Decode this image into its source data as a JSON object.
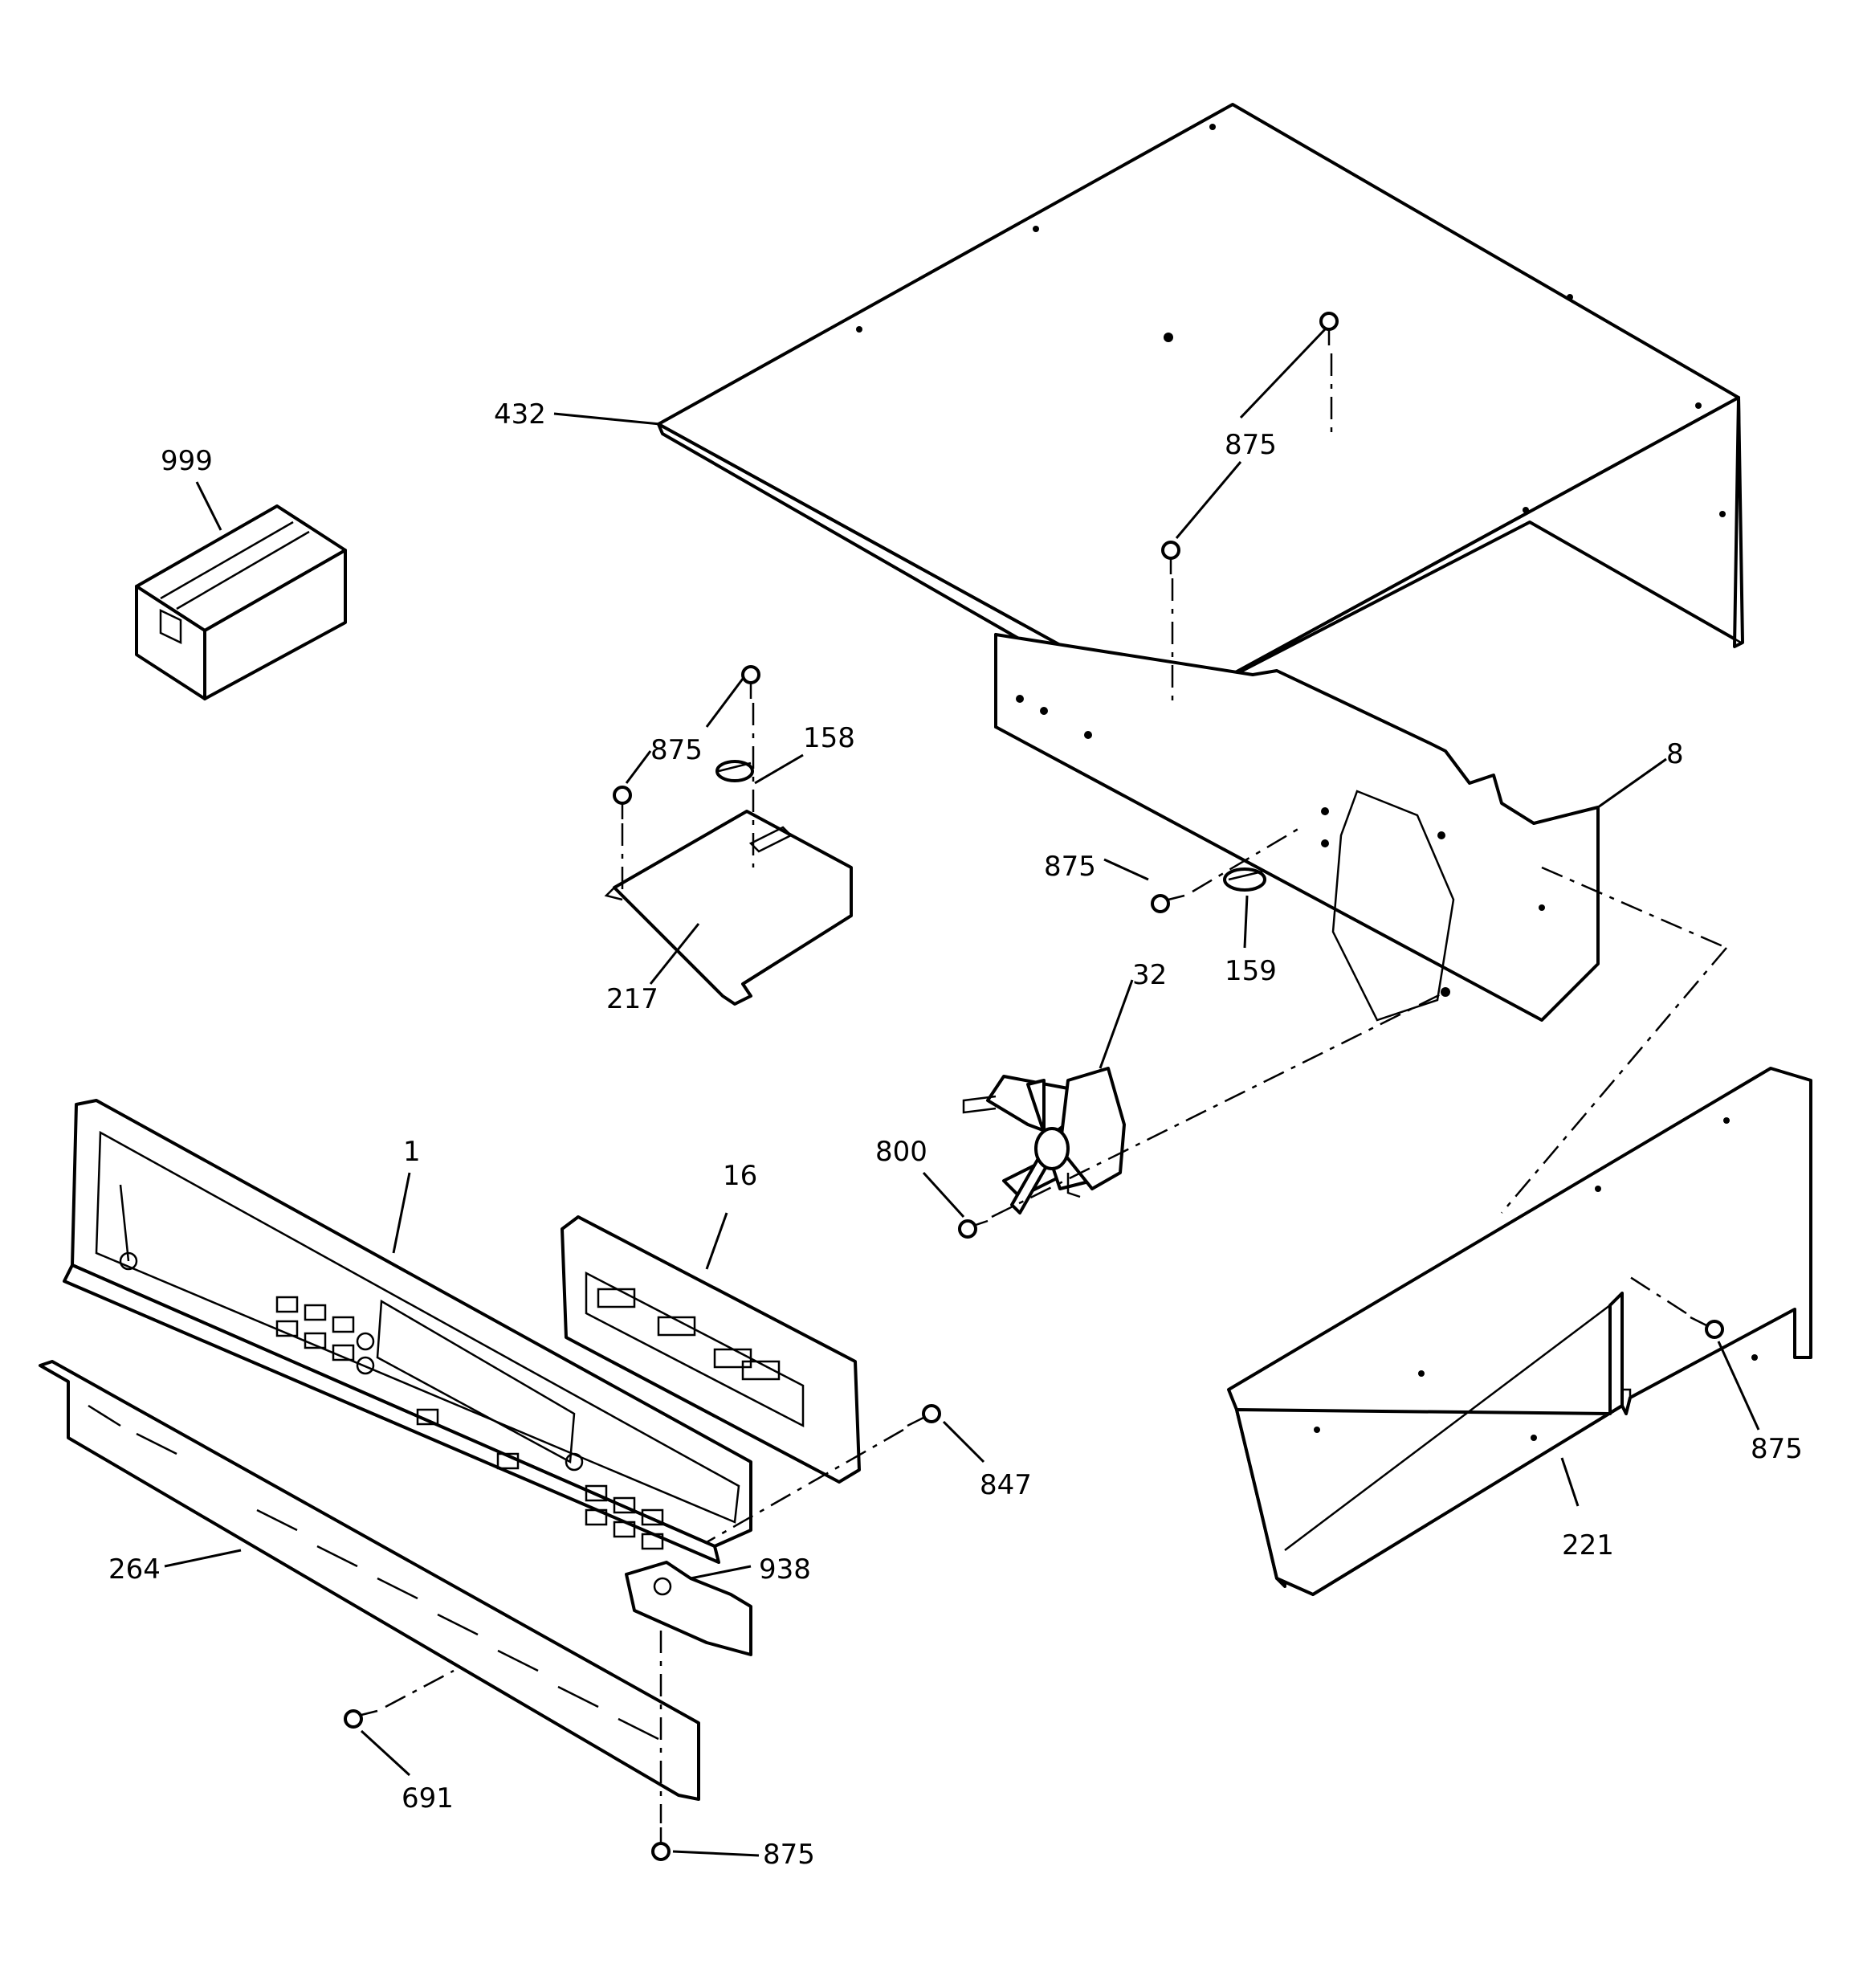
{
  "callouts": {
    "c999": "999",
    "c432": "432",
    "c875_top": "875",
    "c875_bracket": "875",
    "c158": "158",
    "c217": "217",
    "c8": "8",
    "c875_mid": "875",
    "c159": "159",
    "c32": "32",
    "c800": "800",
    "c1": "1",
    "c16": "16",
    "c847": "847",
    "c938": "938",
    "c264": "264",
    "c691": "691",
    "c875_bottom": "875",
    "c221": "221",
    "c875_right": "875"
  }
}
